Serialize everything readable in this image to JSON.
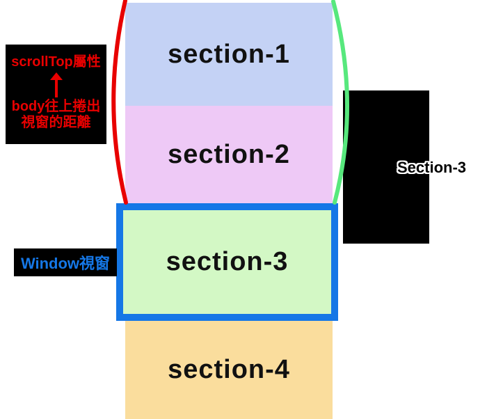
{
  "sections": [
    {
      "label": "section-1",
      "color": "#c4d2f5"
    },
    {
      "label": "section-2",
      "color": "#eec9f6"
    },
    {
      "label": "section-3",
      "color": "#d3f8c5"
    },
    {
      "label": "section-4",
      "color": "#fadd9d"
    }
  ],
  "annotations": {
    "scrolltop": {
      "title": "scrollTop屬性",
      "arrow_icon": "↑",
      "desc_line1": "body往上捲出",
      "desc_line2": "視窗的距離",
      "text_color": "#e80000"
    },
    "window": {
      "label": "Window視窗",
      "text_color": "#1577e6"
    },
    "right": {
      "label": "Section-3"
    }
  },
  "colors": {
    "window_border": "#1577e6",
    "red_brace": "#e80000",
    "green_brace": "#57e87d",
    "annotation_bg": "#000000"
  }
}
